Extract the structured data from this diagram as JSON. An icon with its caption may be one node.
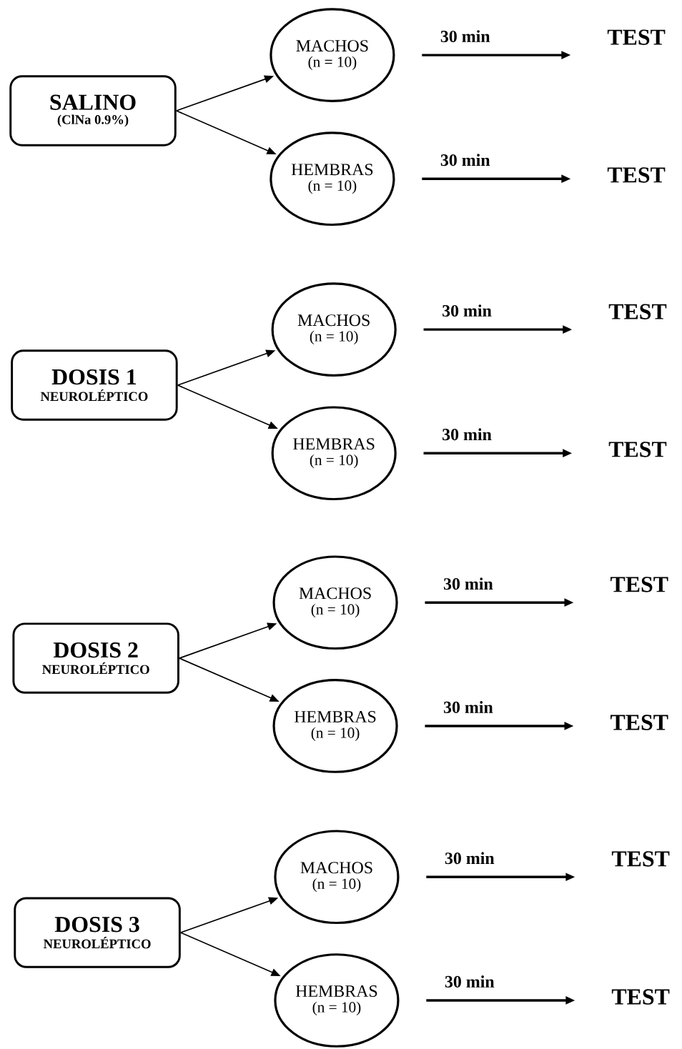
{
  "diagram": {
    "nodes": [
      {
        "text": [
          "SALINO",
          "(ClNa 0.9%)"
        ]
      },
      {
        "text": [
          "MACHOS",
          "(n = 10)"
        ]
      },
      {
        "text": [
          "TEST"
        ]
      },
      {
        "text": [
          "HEMBRAS",
          "(n = 10)"
        ]
      },
      {
        "text": [
          "TEST"
        ]
      },
      {
        "text": [
          "DOSIS 1",
          "NEUROLÉPTICO"
        ]
      },
      {
        "text": [
          "MACHOS",
          "(n = 10)"
        ]
      },
      {
        "text": [
          "TEST"
        ]
      },
      {
        "text": [
          "HEMBRAS",
          "(n = 10)"
        ]
      },
      {
        "text": [
          "TEST"
        ]
      },
      {
        "text": [
          "DOSIS 2",
          "NEUROLÉPTICO"
        ]
      },
      {
        "text": [
          "MACHOS",
          "(n = 10)"
        ]
      },
      {
        "text": [
          "TEST"
        ]
      },
      {
        "text": [
          "HEMBRAS",
          "(n = 10)"
        ]
      },
      {
        "text": [
          "TEST"
        ]
      },
      {
        "text": [
          "DOSIS 3",
          "NEUROLÉPTICO"
        ]
      },
      {
        "text": [
          "MACHOS",
          "(n = 10)"
        ]
      },
      {
        "text": [
          "TEST"
        ]
      },
      {
        "text": [
          "HEMBRAS",
          "(n = 10)"
        ]
      },
      {
        "text": [
          "TEST"
        ]
      }
    ],
    "edges": [
      {
        "from": 0,
        "to": 1,
        "arrow": "to"
      },
      {
        "from": 0,
        "to": 3,
        "arrow": "to"
      },
      {
        "from": 1,
        "to": 2,
        "arrow": "to",
        "label": "30 min"
      },
      {
        "from": 3,
        "to": 4,
        "arrow": "to",
        "label": "30 min"
      },
      {
        "from": 5,
        "to": 6,
        "arrow": "to"
      },
      {
        "from": 5,
        "to": 8,
        "arrow": "to"
      },
      {
        "from": 6,
        "to": 7,
        "arrow": "to",
        "label": "30 min"
      },
      {
        "from": 8,
        "to": 9,
        "arrow": "to",
        "label": "30 min"
      },
      {
        "from": 10,
        "to": 11,
        "arrow": "to"
      },
      {
        "from": 10,
        "to": 13,
        "arrow": "to"
      },
      {
        "from": 11,
        "to": 12,
        "arrow": "to",
        "label": "30 min"
      },
      {
        "from": 13,
        "to": 14,
        "arrow": "to",
        "label": "30 min"
      },
      {
        "from": 15,
        "to": 16,
        "arrow": "to"
      },
      {
        "from": 15,
        "to": 18,
        "arrow": "to"
      },
      {
        "from": 16,
        "to": 17,
        "arrow": "to",
        "label": "30 min"
      },
      {
        "from": 18,
        "to": 19,
        "arrow": "to",
        "label": "30 min"
      }
    ]
  }
}
